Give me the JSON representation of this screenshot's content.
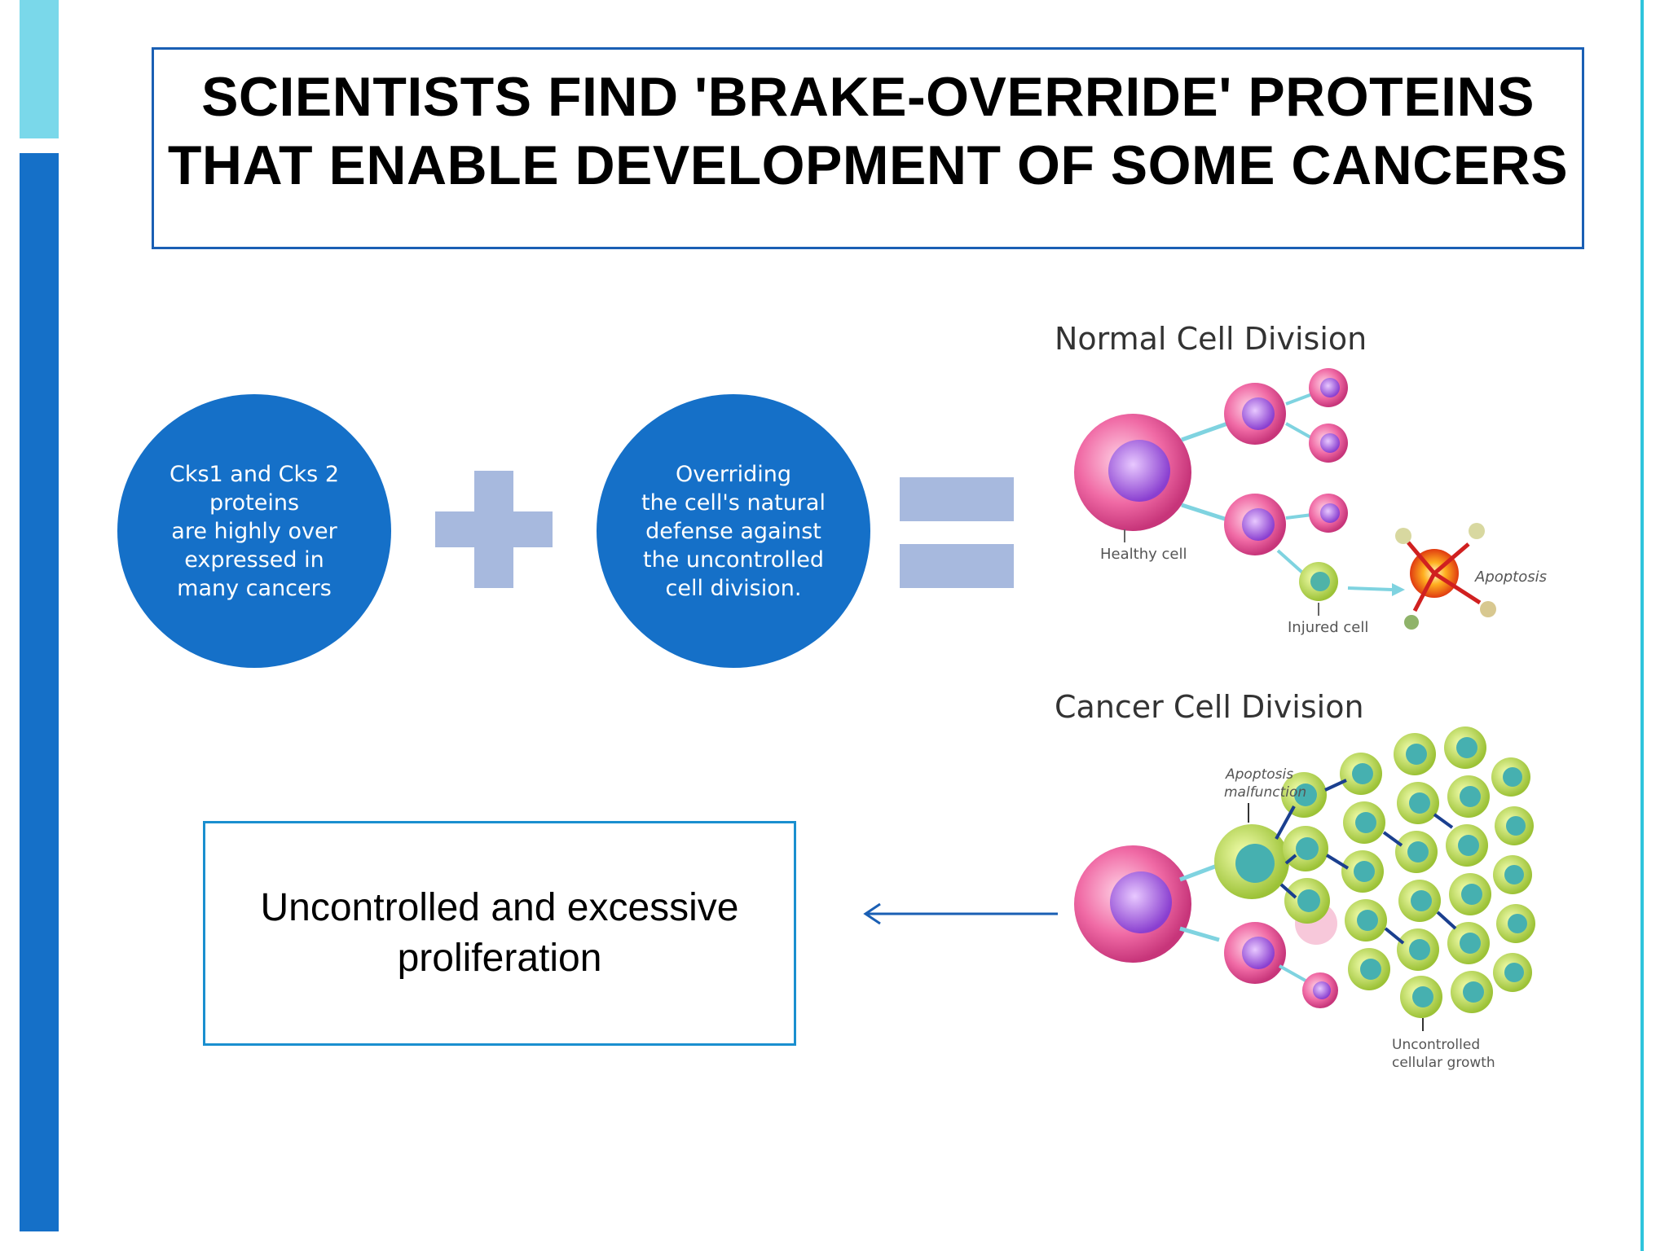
{
  "title": {
    "line1": "SCIENTISTS FIND 'BRAKE-OVERRIDE' PROTEINS",
    "line2": "THAT ENABLE DEVELOPMENT OF SOME CANCERS"
  },
  "circle1": {
    "lines": [
      "Cks1 and Cks 2",
      "proteins",
      "are highly over",
      "expressed in",
      "many cancers"
    ]
  },
  "circle2": {
    "lines": [
      "Overriding",
      "the cell's natural",
      "defense against",
      "the uncontrolled",
      "cell division."
    ]
  },
  "result": {
    "line1": "Uncontrolled and excessive",
    "line2": "proliferation"
  },
  "normal_panel": {
    "title": "Normal Cell Division",
    "healthy_label": "Healthy cell",
    "injured_label": "Injured cell",
    "apoptosis_label": "Apoptosis"
  },
  "cancer_panel": {
    "title": "Cancer Cell Division",
    "malfunction_label_1": "Apoptosis",
    "malfunction_label_2": "malfunction",
    "growth_label_1": "Uncontrolled",
    "growth_label_2": "cellular growth"
  },
  "colors": {
    "accent_blue": "#1570c8",
    "light_cyan": "#7ad8ea",
    "operator_blue": "#a7b9de"
  }
}
